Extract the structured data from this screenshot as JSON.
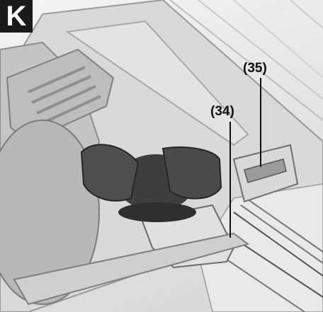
{
  "figure": {
    "section_letter": "K",
    "callouts": [
      {
        "label": "(35)"
      },
      {
        "label": "(34)"
      }
    ],
    "colors": {
      "badge_background": "#1a1a1a",
      "badge_text": "#ffffff",
      "housing": "#cfcfcf",
      "knob": "#4a4a4a",
      "leader_line": "#111111"
    }
  }
}
